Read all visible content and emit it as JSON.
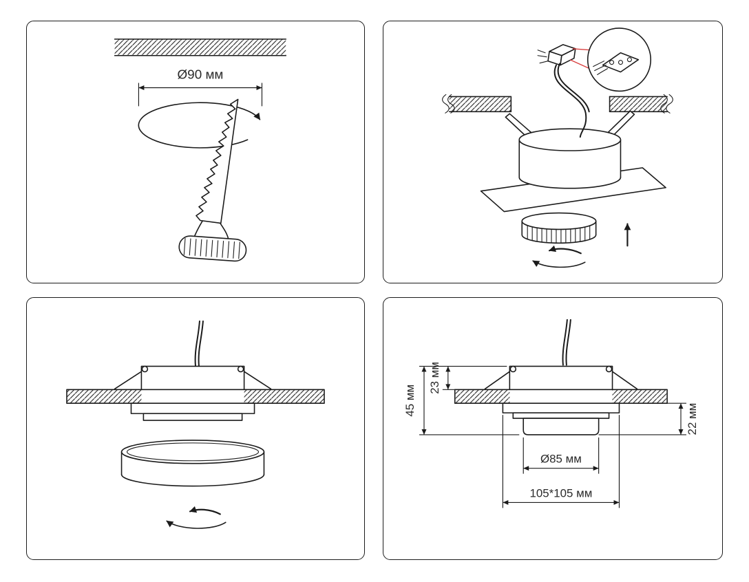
{
  "diagram": {
    "kind": "recessed-downlight-installation-instructions",
    "colors": {
      "line": "#1b1b1b",
      "accent_red": "#d94040",
      "background": "#ffffff"
    },
    "panels": [
      {
        "id": "cut-ceiling-hole",
        "labels": {
          "hole_diameter": "Ø90 мм"
        }
      },
      {
        "id": "connect-wiring-insert-fixture",
        "labels": {}
      },
      {
        "id": "mounted-fixture-attach-lamp",
        "labels": {}
      },
      {
        "id": "dimensions",
        "labels": {
          "overall_height": "45 мм",
          "recess_height": "23 мм",
          "protrusion": "22 мм",
          "lamp_diameter": "Ø85 мм",
          "trim_size": "105*105 мм"
        }
      }
    ]
  }
}
